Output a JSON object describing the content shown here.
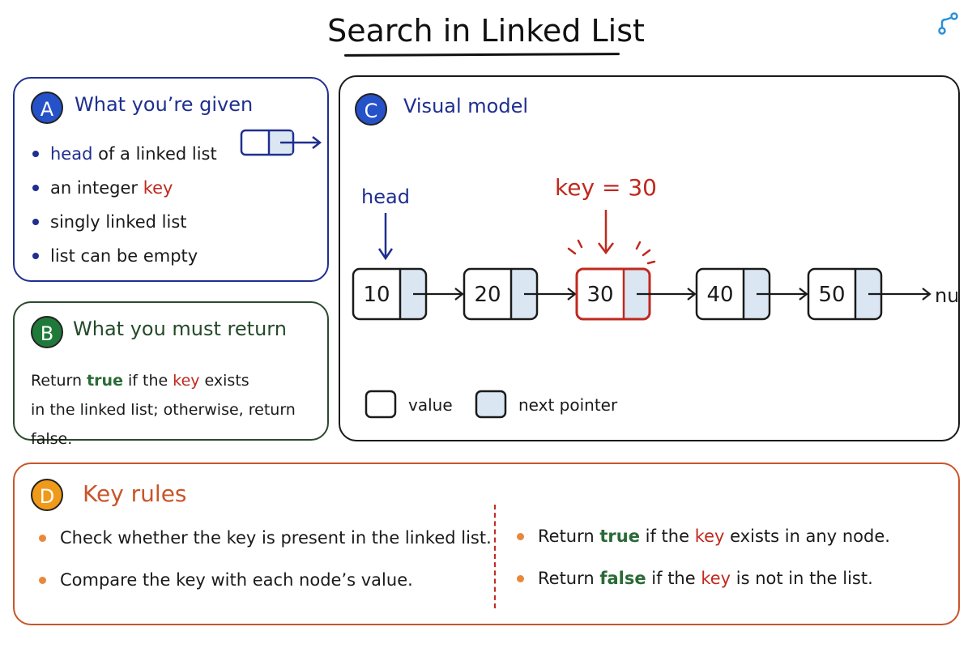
{
  "title": "Search in Linked List",
  "colors": {
    "blue": "#1f2f8f",
    "green": "#2a4a2f",
    "red": "#c0291e",
    "orange": "#c9552a",
    "pointer_fill": "#dbe6f3"
  },
  "panel_a": {
    "letter": "A",
    "title": "What you’re given",
    "items": [
      {
        "kw": "head",
        "rest": " of a linked list"
      },
      {
        "pre": "an integer ",
        "kw": "key"
      },
      {
        "text": "singly linked list"
      },
      {
        "text": "list can be empty"
      }
    ]
  },
  "panel_b": {
    "letter": "B",
    "title": "What you must return",
    "line1": {
      "pre": "Return ",
      "true_word": "true",
      "mid": " if the ",
      "key_word": "key",
      "post": " exists"
    },
    "line2": "in the linked list; otherwise, return false."
  },
  "panel_c": {
    "letter": "C",
    "title": "Visual model",
    "head_label": "head",
    "key_label": "key = 30",
    "nodes": [
      "10",
      "20",
      "30",
      "40",
      "50"
    ],
    "highlight_index": 2,
    "null_label": "null",
    "legend": [
      {
        "label": "value",
        "swatch": "value-box"
      },
      {
        "label": "next pointer",
        "swatch": "pointer-box"
      }
    ]
  },
  "panel_d": {
    "letter": "D",
    "title": "Key rules",
    "left_rules": [
      "Check whether the key is present in the linked list.",
      "Compare the key with each node’s value."
    ],
    "right_rules": [
      {
        "pre": "Return ",
        "word": "true",
        "mid": " if the ",
        "key": "key",
        "post": " exists in any node."
      },
      {
        "pre": "Return ",
        "word": "false",
        "mid": " if the ",
        "key": "key",
        "post": " is not in the list."
      }
    ]
  }
}
